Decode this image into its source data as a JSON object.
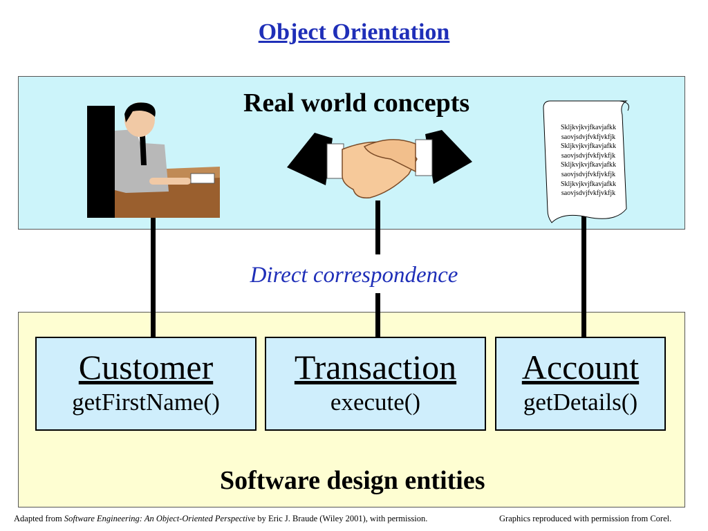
{
  "title": "Object Orientation",
  "real_world": {
    "heading": "Real world concepts"
  },
  "correspondence_label": "Direct correspondence",
  "software": {
    "heading": "Software design entities"
  },
  "classes": [
    {
      "name": "Customer",
      "method": "getFirstName()"
    },
    {
      "name": "Transaction",
      "method": "execute()"
    },
    {
      "name": "Account",
      "method": "getDetails()"
    }
  ],
  "document_lines": [
    "Skljkvjkvjfkavjafkk",
    "saovjsdvjfvkfjvkfjk",
    "Skljkvjkvjfkavjafkk",
    "saovjsdvjfvkfjvkfjk",
    "Skljkvjkvjfkavjafkk",
    "saovjsdvjfvkfjvkfjk",
    "Skljkvjkvjfkavjafkk",
    "saovjsdvjfvkfjvkfjk"
  ],
  "footer": {
    "prefix": "Adapted from ",
    "book": "Software Engineering: An Object-Oriented Perspective",
    "suffix": " by Eric J. Braude (Wiley 2001), with permission.",
    "credit": "Graphics reproduced with permission from Corel."
  }
}
